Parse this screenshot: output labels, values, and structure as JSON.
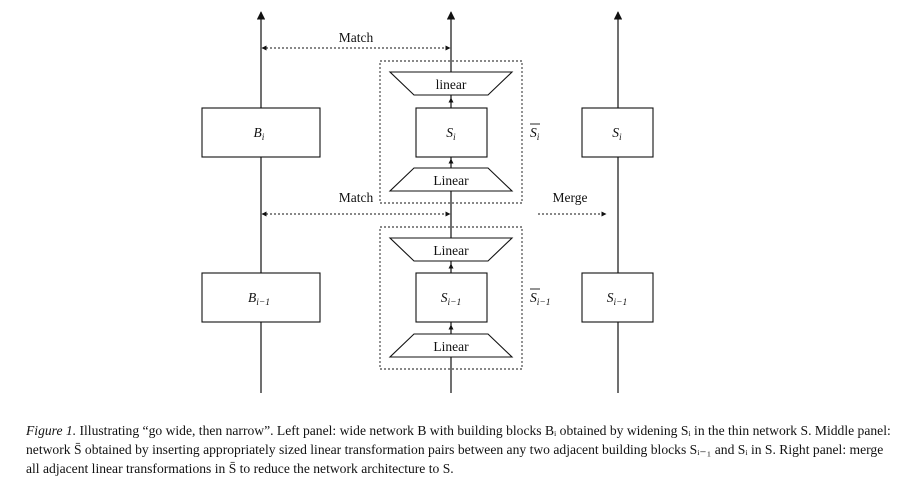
{
  "figure": {
    "match_top_label": "Match",
    "match_mid_label": "Match",
    "merge_label": "Merge",
    "left_panel": {
      "block_top": "B",
      "block_top_sub": "i",
      "block_bottom": "B",
      "block_bottom_sub": "i−1"
    },
    "middle_panel": {
      "top_group": {
        "trap_top_label": "linear",
        "block": "S",
        "block_sub": "i",
        "trap_bottom_label": "Linear",
        "group_label": "S",
        "group_label_sub": "i"
      },
      "bottom_group": {
        "trap_top_label": "Linear",
        "block": "S",
        "block_sub": "i−1",
        "trap_bottom_label": "Linear",
        "group_label": "S",
        "group_label_sub": "i−1"
      }
    },
    "right_panel": {
      "block_top": "S",
      "block_top_sub": "i",
      "block_bottom": "S",
      "block_bottom_sub": "i−1"
    }
  },
  "caption": {
    "lead": "Figure 1.",
    "text": "Illustrating “go wide, then narrow”. Left panel: wide network B with building blocks Bᵢ obtained by widening Sᵢ in the thin network S. Middle panel: network S̄ obtained by inserting appropriately sized linear transformation pairs between any two adjacent building blocks Sᵢ₋₁ and Sᵢ in S. Right panel: merge all adjacent linear transformations in S̄ to reduce the network architecture to S."
  }
}
